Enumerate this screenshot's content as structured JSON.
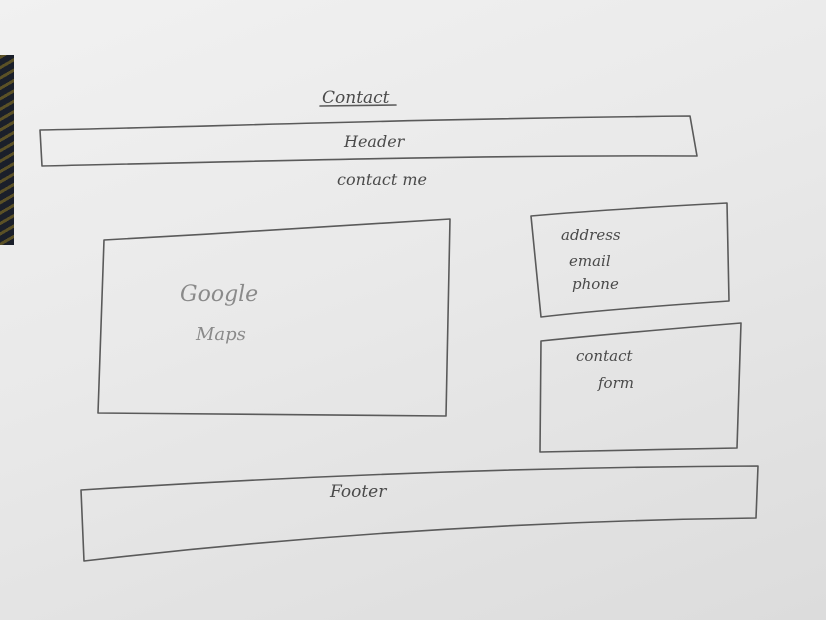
{
  "page_title": "Contact",
  "header_label": "Header",
  "subtitle": "contact me",
  "map_label_line1": "Google",
  "map_label_line2": "Maps",
  "info_lines": [
    "address",
    "email",
    "phone"
  ],
  "form_label_line1": "contact",
  "form_label_line2": "form",
  "footer_label": "Footer"
}
